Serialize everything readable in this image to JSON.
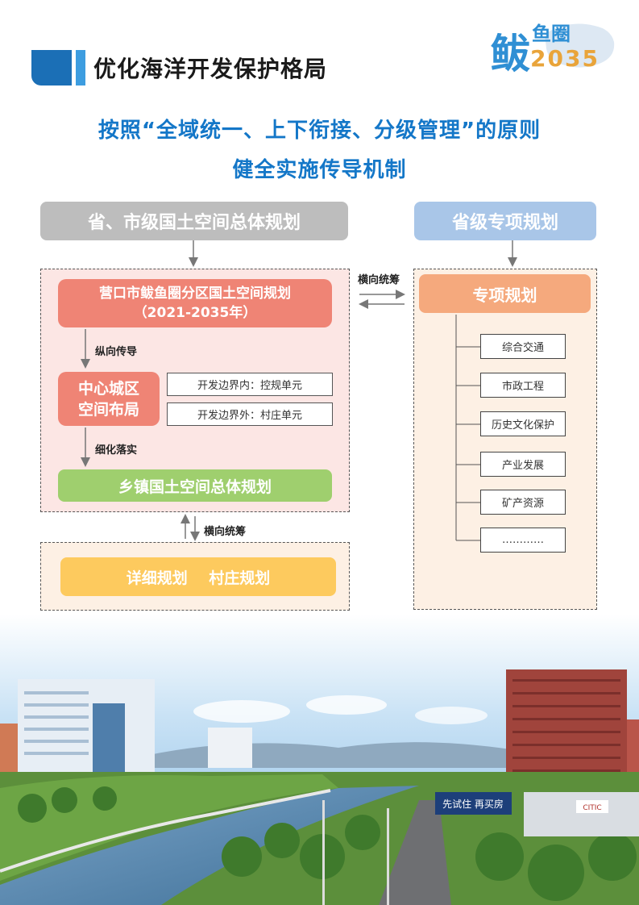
{
  "header": {
    "title": "优化海洋开发保护格局"
  },
  "logo": {
    "text_char": "鲅",
    "text_small": "鱼圈",
    "year": "2035"
  },
  "subtitle": {
    "line1": "按照“全域统一、上下衔接、分级管理”的原则",
    "line2": "健全实施传导机制"
  },
  "diagram": {
    "left_top_box": "省、市级国土空间总体规划",
    "right_top_box": "省级专项规划",
    "horizontal_label_top": "横向统筹",
    "main_plan_line1": "营口市鲅鱼圈分区国土空间规划",
    "main_plan_line2": "（2021-2035年）",
    "vertical_label": "纵向传导",
    "center_city_line1": "中心城区",
    "center_city_line2": "空间布局",
    "boundary_inside": "开发边界内：控规单元",
    "boundary_outside": "开发边界外：村庄单元",
    "refine_label": "细化落实",
    "township_plan": "乡镇国土空间总体规划",
    "horizontal_label_bottom": "横向统筹",
    "detail_plans": "详细规划    村庄规划",
    "special_plan": "专项规划",
    "special_items": [
      "综合交通",
      "市政工程",
      "历史文化保护",
      "产业发展",
      "矿产资源",
      "…………"
    ]
  },
  "photo": {
    "banner_text": "先试住 再买房",
    "sign_text": "CITIC"
  },
  "colors": {
    "title_blue": "#1477c8",
    "salmon": "#ef8475",
    "green": "#9fcf6e",
    "yellow": "#fdca5e",
    "peach": "#f5a97d"
  }
}
